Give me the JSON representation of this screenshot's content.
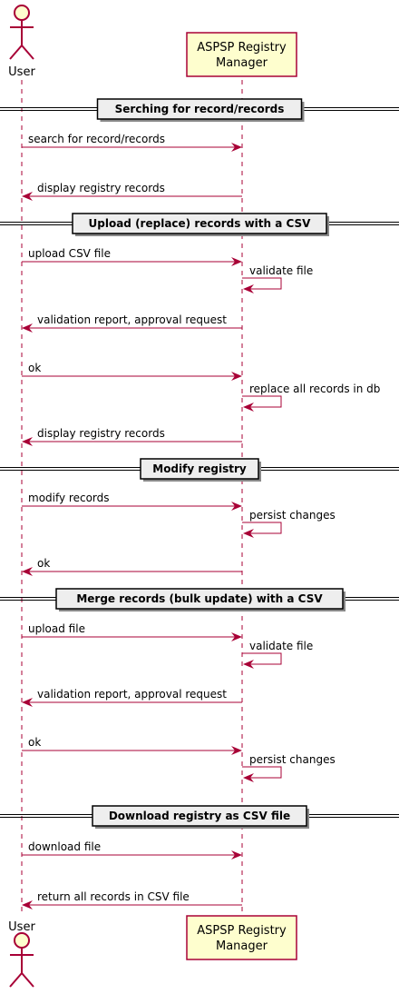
{
  "participants": {
    "user": "User",
    "manager_line1": "ASPSP Registry",
    "manager_line2": "Manager"
  },
  "colors": {
    "arrow": "#A80036",
    "box_fill": "#FEFECE",
    "box_stroke": "#A80036",
    "lifeline": "#A80036",
    "separator_fill": "#EEEEEE"
  },
  "sections": [
    "Serching for record/records",
    "Upload (replace) records with a CSV",
    "Modify registry",
    "Merge records (bulk update) with a CSV",
    "Download registry as CSV file"
  ],
  "messages": [
    {
      "from": "user",
      "to": "manager",
      "text": "search for record/records"
    },
    {
      "from": "manager",
      "to": "user",
      "text": "display registry records"
    },
    {
      "from": "user",
      "to": "manager",
      "text": "upload CSV file"
    },
    {
      "from": "manager",
      "to": "manager",
      "text": "validate file"
    },
    {
      "from": "manager",
      "to": "user",
      "text": "validation report, approval request"
    },
    {
      "from": "user",
      "to": "manager",
      "text": "ok"
    },
    {
      "from": "manager",
      "to": "manager",
      "text": "replace all records in db"
    },
    {
      "from": "manager",
      "to": "user",
      "text": "display registry records"
    },
    {
      "from": "user",
      "to": "manager",
      "text": "modify records"
    },
    {
      "from": "manager",
      "to": "manager",
      "text": "persist changes"
    },
    {
      "from": "manager",
      "to": "user",
      "text": "ok"
    },
    {
      "from": "user",
      "to": "manager",
      "text": "upload file"
    },
    {
      "from": "manager",
      "to": "manager",
      "text": "validate file"
    },
    {
      "from": "manager",
      "to": "user",
      "text": "validation report, approval request"
    },
    {
      "from": "user",
      "to": "manager",
      "text": "ok"
    },
    {
      "from": "manager",
      "to": "manager",
      "text": "persist changes"
    },
    {
      "from": "user",
      "to": "manager",
      "text": "download file"
    },
    {
      "from": "manager",
      "to": "user",
      "text": "return all records in CSV file"
    }
  ]
}
